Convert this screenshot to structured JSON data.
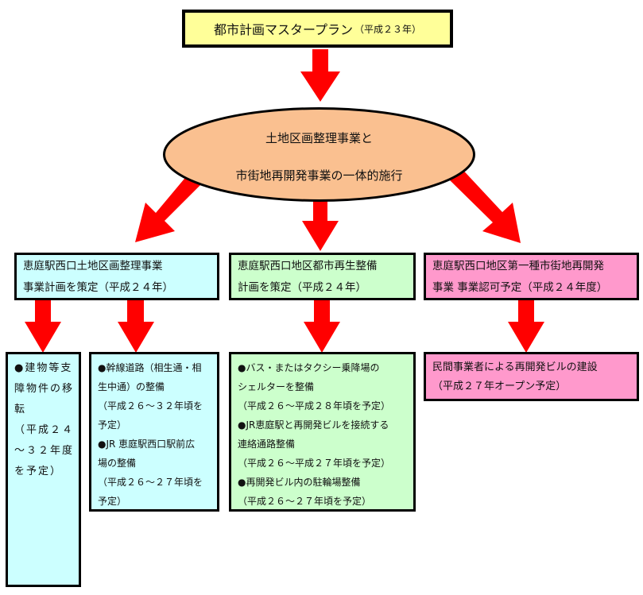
{
  "colors": {
    "arrow": "#ff0000",
    "top_box": "#ffff99",
    "ellipse": "#fac090",
    "cyan_box": "#ccffff",
    "green_box": "#ccffcc",
    "pink_box": "#ff99cc",
    "border": "#000000"
  },
  "top": {
    "title": "都市計画マスタープラン",
    "year": "（平成２３年）"
  },
  "center": {
    "line1": "土地区画整理事業と",
    "line2": "市街地再開発事業の一体的施行"
  },
  "branches": [
    {
      "lines": [
        "恵庭駅西口土地区画整理事業",
        "事業計画を策定（平成２４年）"
      ]
    },
    {
      "lines": [
        "恵庭駅西口地区都市再生整備",
        "計画を策定（平成２４年）"
      ]
    },
    {
      "lines": [
        "恵庭駅西口地区第一種市街地再開発",
        "事業 事業認可予定（平成２４年度）"
      ]
    }
  ],
  "leaves": [
    {
      "lines": [
        "●建物等支",
        "障物件の移",
        "転",
        "（平成２４",
        "～３２年度",
        "を予定）"
      ]
    },
    {
      "lines": [
        "●幹線道路（相生通・相",
        "生中通）の整備",
        "（平成２６～３２年頃を",
        "予定）",
        "●JR 恵庭駅西口駅前広",
        "場の整備",
        "（平成２６～２７年頃を",
        "予定）"
      ]
    },
    {
      "lines": [
        "●バス・またはタクシー乗降場の",
        "シェルターを整備",
        "（平成２６～平成２８年頃を予定）",
        "●JR恵庭駅と再開発ビルを接続する",
        "連絡通路整備",
        "（平成２６～平成２７年頃を予定）",
        "●再開発ビル内の駐輪場整備",
        "（平成２６～２７年頃を予定）"
      ]
    },
    {
      "lines": [
        "民間事業者による再開発ビルの建設",
        "（平成２７年オープン予定）"
      ]
    }
  ]
}
